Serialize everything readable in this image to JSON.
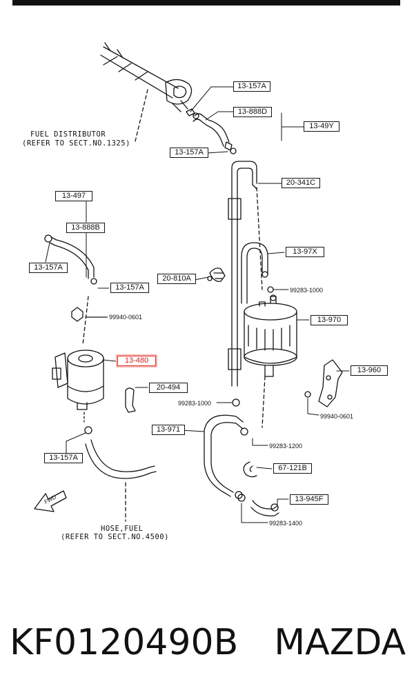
{
  "labels": {
    "l_13_157A_a": "13-157A",
    "l_13_888D": "13-888D",
    "l_13_49Y": "13-49Y",
    "l_13_157A_b": "13-157A",
    "l_20_341C": "20-341C",
    "l_13_497": "13-497",
    "l_13_888B": "13-888B",
    "l_13_157A_c": "13-157A",
    "l_13_97X": "13-97X",
    "l_20_810A": "20-810A",
    "l_13_157A_d": "13-157A",
    "l_13_970": "13-970",
    "l_13_480": "13-480",
    "l_20_494": "20-494",
    "l_13_960": "13-960",
    "l_13_971": "13-971",
    "l_13_157A_e": "13-157A",
    "l_67_121B": "67-121B",
    "l_13_945F": "13-945F"
  },
  "part_numbers": {
    "p_99283_1000_a": "99283-1000",
    "p_99940_0601_a": "99940-0601",
    "p_99283_1000_b": "99283-1000",
    "p_99940_0601_b": "99940-0601",
    "p_99283_1200": "99283-1200",
    "p_99283_1400": "99283-1400"
  },
  "notes": {
    "fuel_distributor_line1": "FUEL DISTRIBUTOR",
    "fuel_distributor_line2": "(REFER TO SECT.NO.1325)",
    "hose_fuel_line1": "HOSE,FUEL",
    "hose_fuel_line2": "(REFER TO SECT.NO.4500)",
    "fwd": "FWD"
  },
  "footer": {
    "part_code": "KF0120490B",
    "brand": "MAZDA"
  },
  "colors": {
    "line": "#111111",
    "highlight": "#e0302a",
    "background": "#ffffff"
  }
}
